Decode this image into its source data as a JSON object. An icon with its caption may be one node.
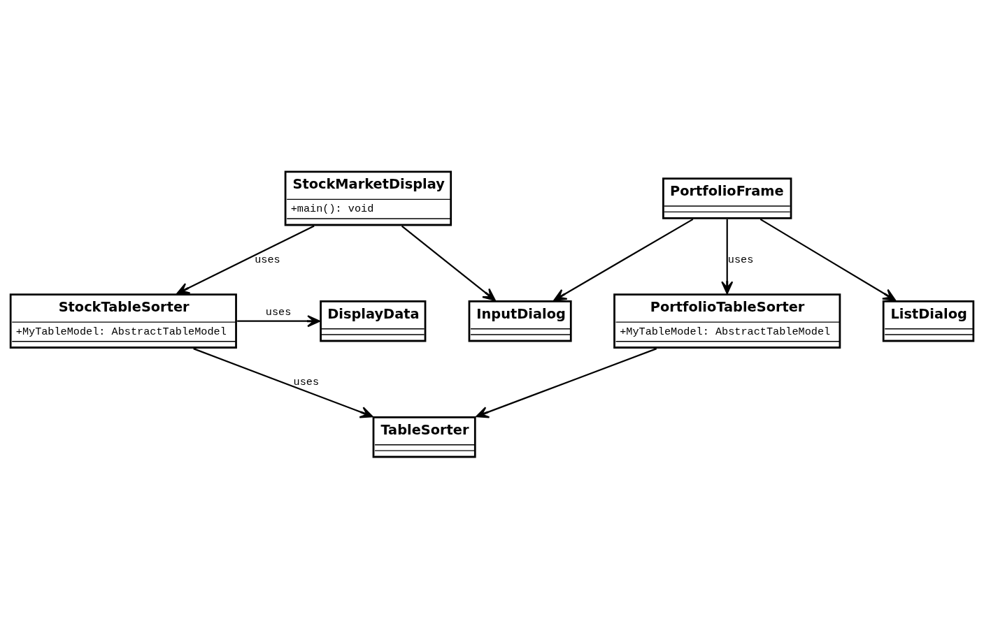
{
  "diagram": {
    "nodes": [
      {
        "text": [
          "InputDialog"
        ]
      },
      {
        "text": [
          "ListDialog"
        ]
      },
      {
        "text": [
          "StockMarketDisplay",
          "+main(): void"
        ]
      },
      {
        "text": [
          "PortfolioFrame"
        ]
      },
      {
        "text": [
          "DisplayData"
        ]
      },
      {
        "text": [
          "StockTableSorter",
          "+MyTableModel: AbstractTableModel"
        ]
      },
      {
        "text": [
          "PortfolioTableSorter",
          "+MyTableModel: AbstractTableModel"
        ]
      },
      {
        "text": [
          "TableSorter"
        ]
      }
    ],
    "edges": [
      {
        "from": 2,
        "to": 0,
        "arrow": "to"
      },
      {
        "from": 3,
        "to": 1,
        "arrow": "to"
      },
      {
        "from": 3,
        "to": 0,
        "arrow": "to"
      },
      {
        "from": 2,
        "to": 5,
        "arrow": "to",
        "label": "uses"
      },
      {
        "from": 3,
        "to": 6,
        "arrow": "to",
        "label": "uses"
      },
      {
        "from": 5,
        "to": 4,
        "arrow": "to",
        "label": "uses"
      },
      {
        "from": 5,
        "to": 7,
        "arrow": "to",
        "label": "uses"
      },
      {
        "from": 6,
        "to": 7,
        "arrow": "to"
      }
    ]
  }
}
